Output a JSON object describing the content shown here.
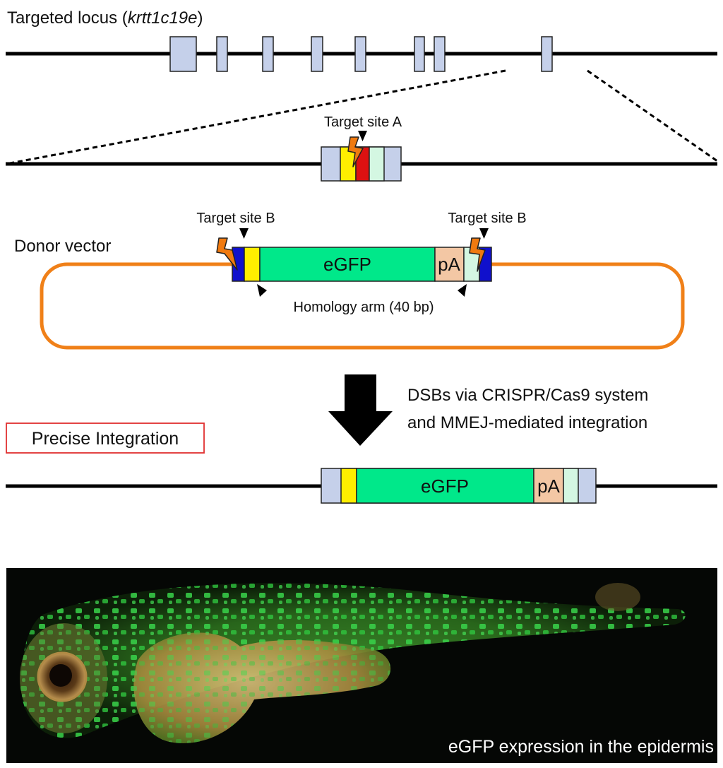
{
  "title": {
    "prefix": "Targeted locus (",
    "gene": "krtt1c19e",
    "suffix": ")"
  },
  "target_site_a": "Target site A",
  "target_site_b_left": "Target site B",
  "target_site_b_right": "Target site B",
  "donor_vector": "Donor vector",
  "donor_egfp": "eGFP",
  "donor_pa": "pA",
  "homology_arm": "Homology arm (40 bp)",
  "method_line1": "DSBs via CRISPR/Cas9 system",
  "method_line2": "and MMEJ-mediated integration",
  "precise_integration": "Precise Integration",
  "result_egfp": "eGFP",
  "result_pa": "pA",
  "photo_caption": "eGFP expression in the epidermis",
  "colors": {
    "exon": "#c5d0ea",
    "yellow": "#ffee00",
    "red": "#dd1111",
    "mint": "#d4f7e2",
    "blue": "#1010cc",
    "egfp": "#00e88a",
    "pa": "#f3c7a4",
    "vector": "#f08018",
    "bolt": "#f07a10",
    "label_box": "#e03030"
  },
  "icons": [
    "lightning-bolt-icon",
    "arrow-down-icon",
    "triangle-marker-icon"
  ]
}
